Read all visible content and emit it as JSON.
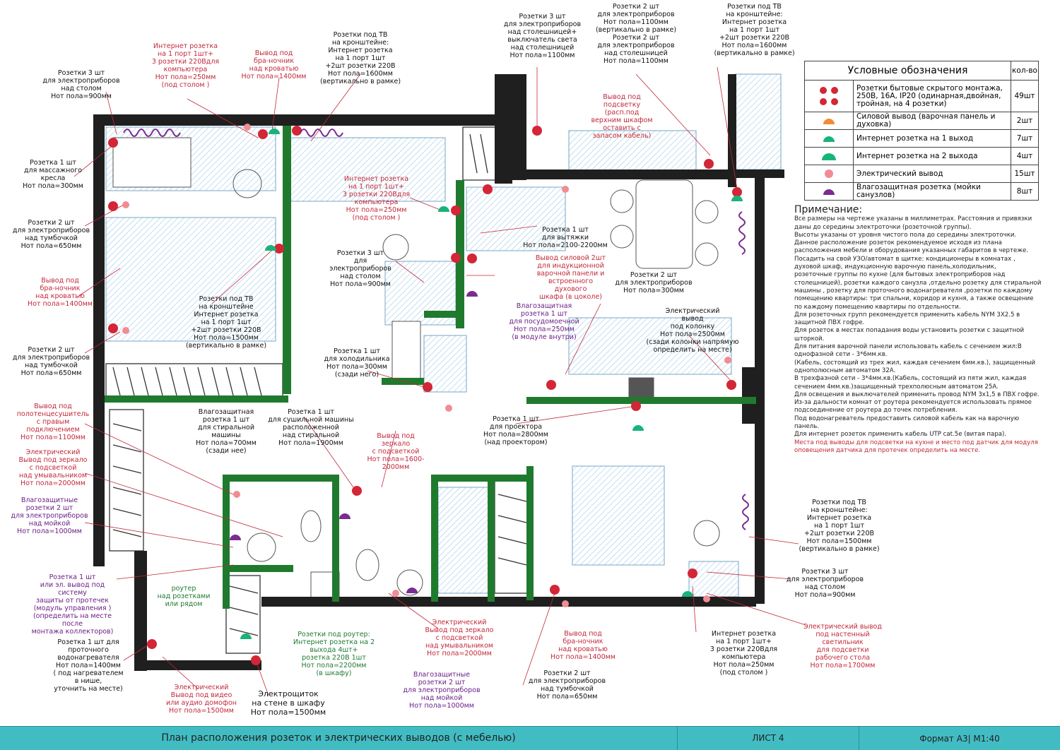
{
  "legend": {
    "title": "Условные обозначения",
    "qty_header": "кол-во",
    "rows": [
      {
        "icon": "socket-group-icon",
        "text": "Розетки бытовые скрытого монтажа, 250В, 16А, IP20 (одинарная,двойная, тройная, на 4 розетки)",
        "qty": "49шт"
      },
      {
        "icon": "power-outlet-icon",
        "text": "Силовой вывод (варочная панель и духовка)",
        "qty": "2шт"
      },
      {
        "icon": "internet-1-icon",
        "text": "Интернет розетка на 1 выход",
        "qty": "7шт"
      },
      {
        "icon": "internet-2-icon",
        "text": "Интернет розетка на 2 выхода",
        "qty": "4шт"
      },
      {
        "icon": "electric-output-icon",
        "text": "Электрический вывод",
        "qty": "15шт"
      },
      {
        "icon": "waterproof-socket-icon",
        "text": "Влагозащитная розетка (мойки санузлов)",
        "qty": "8шт"
      }
    ]
  },
  "notes": {
    "title": "Примечание:",
    "paragraphs": [
      "Все размеры на чертеже указаны в миллиметрах. Расстояния и привязки даны до середины электроточки (розеточной группы).",
      "Высоты указаны от уровня чистого пола до середины электроточки.",
      "Данное расположение розеток рекомендуемое исходя из плана расположения мебели и оборудования указанных габаритов в чертеже.",
      "Посадить на свой УЗО/автомат в щитке: кондиционеры в комнатах , духовой шкаф, индукционную варочную панель,холодильник,",
      "розеточные группы по кухне (для бытовых электроприборов над столешницей), розетки каждого санузла ,отдельно розетку для стиральной машины , розетку для проточного водонагревателя ,розетки по каждому помещению квартиры: три спальни, коридор и кухня, а также освещение по каждому помещению квартиры по отдельности.",
      "Для розеточных групп рекомендуется применить кабель NYM 3Х2.5 в защитной ПВХ гофре.",
      "Для розеток в местах попадания воды установить розетки с защитной шторкой.",
      "Для питания варочной панели использовать кабель с сечением жил:В однофазной сети - 3*6мм.кв.",
      "(Кабель, состоящий из трех жил, каждая сечением 6мм.кв.), защищенный однополюсным автоматом 32А.",
      "В трехфазной сети - 3*4мм.кв.(Кабель, состоящий из пяти жил, каждая сечением 4мм.кв.)защищенный трехполюсным автоматом 25А.",
      "Для освещения и выключателей применить провод NYM 3х1,5 в ПВХ гофре.",
      "Из-за дальности комнат от роутера рекомендуется использовать прямое подсоединение от роутера до точек потребления.",
      "Под водонагреватель предоставить силовой кабель как на варочную панель.",
      "Для интернет розеток применить кабель UTP cat.5e (витая пара)."
    ],
    "red_note": "Места под выводы для подсветки на кухне и место под датчик для модуля оповещения датчика для протечек определить на месте."
  },
  "annotations": {
    "a01": "Розетки 3 шт\nдля электроприборов\nнад столом\nНот пола=900мм",
    "a02": "Интернет розетка\nна 1 порт 1шт+\n3 розетки 220Вдля\nкомпьютера\nНот пола=250мм\n(под столом )",
    "a03": "Вывод под\nбра-ночник\nнад кроватью\nНот пола=1400мм",
    "a04": "Розетки под ТВ\nна кронштейне:\nИнтернет розетка\nна 1 порт 1шт\n+2шт розетки 220В\nНот пола=1600мм\n(вертикально в рамке)",
    "a05": "Розетки 3 шт\nдля электроприборов\nнад столешницей+\nвыключатель света\nнад столешницей\nНот пола=1100мм",
    "a06": "Розетки 2 шт\nдля электроприборов\nНот пола=1100мм\n(вертикально в рамке)\nРозетки 2 шт\nдля электроприборов\nнад столешницей\nНот пола=1100мм",
    "a07": "Розетки под ТВ\nна кронштейне:\nИнтернет розетка\nна 1 порт 1шт\n+2шт розетки 220В\nНот пола=1600мм\n(вертикально в рамке)",
    "a08": "Розетка 1 шт\nдля массажного\nкресла\nНот пола=300мм",
    "a09": "Розетки 2 шт\nдля электроприборов\nнад тумбочкой\nНот пола=650мм",
    "a10": "Вывод под\nбра-ночник\nнад кроватью\nНот пола=1400мм",
    "a11": "Розетки 2 шт\nдля электроприборов\nнад тумбочкой\nНот пола=650мм",
    "a12": "Интернет розетка\nна 1 порт 1шт+\n3 розетки 220Вдля\nкомпьютера\nНот пола=250мм\n(под столом )",
    "a13": "Розетки 3 шт\nдля электроприборов\nнад столом\nНот пола=900мм",
    "a14": "Розетки под ТВ\nна кронштейне\nИнтернет розетка\nна 1 порт 1шт\n+2шт розетки 220В\nНот пола=1500мм\n(вертикально в рамке)",
    "a15": "Вывод под\nподсветку\n(расп.под\nверхним шкафом\nоставить с\nзапасом кабель)",
    "a16": "Розетка 1 шт\nдля вытяжки\nНот пола=2100-2200мм",
    "a17": "Вывод силовой 2шт\nдля индукционной\nварочной панели и\nвстроенного духового\nшкафа (в цоколе)",
    "a18": "Розетки 2 шт\nдля электроприборов\nНот пола=300мм",
    "a19": "Влагозащитная\nрозетка 1 шт\nдля посудомоечной\nНот пола=250мм\n(в модуле внутри)",
    "a20": "Электрический\nвывод\nпод колонку\nНот пола=2500мм\n(сзади колонки напрямую\nопределить на месте)",
    "a21": "Розетка 1 шт\nдля холодильника\nНот пола=300мм\n(сзади него)",
    "a22": "Влагозащитная\nрозетка 1 шт\nдля стиральной\nмашины\nНот пола=700мм\n(сзади нее)",
    "a23": "Розетка 1 шт\nдля сушильной машины\nрасположенной\nнад стиральной\nНот пола=1900мм",
    "a24": "Вывод под\nзеркало\nс подсветкой\nНот пола=1600-\n2000мм",
    "a25": "Розетка 1 шт\nдля проектора\nНот пола=2800мм\n(над проектором)",
    "a26": "Вывод под\nполотенцесушитель\nс правым\nподключением\nНот пола=1100мм",
    "a27": "Электрический\nВывод под зеркало\nс подсветкой\nнад умывальником\nНот пола=2000мм",
    "a28": "Влагозащитные\nрозетки 2 шт\nдля электроприборов\nнад мойкой\nНот пола=1000мм",
    "a29": "Розетка 1 шт\nили эл. вывод под систему\nзащиты от протечек\n(модуль управления )\n(определить на месте\nпосле\nмонтажа коллекторов)",
    "a30": "роутер\nнад розетками\nили рядом",
    "a31": "Розетка 1 шт для\nпроточного\nводонагревателя\nНот пола=1400мм\n( под нагревателем\nв нише,\nуточнить на месте)",
    "a32": "Розетки под роутер:\nИнтернет розетка на 2\nвыхода 4шт+\nрозетка 220В 1шт\nНот пола=2200мм\n(в шкафу)",
    "a33": "Электрический\nВывод под зеркало\nс подсветкой\nнад умывальником\nНот пола=2000мм",
    "a34": "Влагозащитные\nрозетки 2 шт\nдля электроприборов\nнад мойкой\nНот пола=1000мм",
    "a35": "Электрический\nВывод под видео\nили аудио домофон\nНот пола=1500мм",
    "a36": "Электрощиток\nна стене в шкафу\nНот пола=1500мм",
    "a37": "Вывод под\nбра-ночник\nнад кроватью\nНот пола=1400мм",
    "a38": "Розетки 2 шт\nдля электроприборов\nнад тумбочкой\nНот пола=650мм",
    "a39": "Интернет розетка\nна 1 порт 1шт+\n3 розетки 220Вдля\nкомпьютера\nНот пола=250мм\n(под столом )",
    "a40": "Электрический вывод\nпод настенный\nсветильник\nдля подсветки\nрабочего стола\nНот пола=1700мм",
    "a41": "Розетки под ТВ\nна кронштейне:\nИнтернет розетка\nна 1 порт 1шт\n+2шт розетки 220В\nНот пола=1500мм\n(вертикально в рамке)",
    "a42": "Розетки 3 шт\nдля электроприборов\nнад столом\nНот пола=900мм"
  },
  "footer": {
    "title": "План расположения розеток и электрических выводов (с мебелью)",
    "sheet": "ЛИСТ 4",
    "format": "Формат А3| М1:40"
  },
  "colors": {
    "wall": "#1f1f1f",
    "partition": "#1f7a2e",
    "socket": "#d32636",
    "internet": "#19b37a",
    "electric_output": "#f08c94",
    "waterproof": "#7a2c92",
    "hatch": "#9ccbe8",
    "footer": "#42bcc3"
  }
}
